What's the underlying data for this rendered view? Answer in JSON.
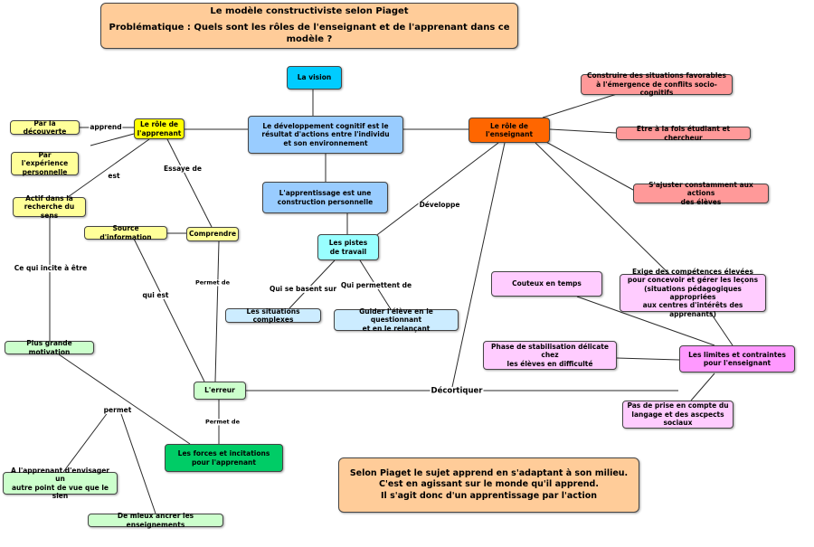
{
  "header": {
    "title": "Le modèle constructiviste selon Piaget",
    "problematique": "Problématique : Quels sont les rôles de l'enseignant et de l'apprenant dans ce modèle ?"
  },
  "nodes": {
    "vision": "La vision",
    "dev_cognitif": "Le développement cognitif est le\nrésultat d'actions entre l'individu\net son environnement",
    "role_apprenant": "Le rôle de\nl'apprenant",
    "role_enseignant": "Le rôle de\nl'enseignant",
    "par_decouverte": "Par la découverte",
    "par_experience": "Par l'expérience\npersonnelle",
    "actif": "Actif dans la\nrecherche du sens",
    "source_info": "Source d'information",
    "comprendre": "Comprendre",
    "apprentissage": "L'apprentissage est une\nconstruction personnelle",
    "pistes": "Les pistes\nde travail",
    "situations_complexes": "Les situations complexes",
    "guider": "Guider l'élève en le questionnant\net en le relançant",
    "construire": "Construire des situations favorables\nà l'émergence de conflits socio-cognitifs",
    "etudiant_chercheur": "Etre à la fois étudiant et chercheur",
    "ajuster": "S'ajuster constamment aux actions\ndes élèves",
    "couteux": "Couteux en temps",
    "exige": "Exige des compétences élevées\npour concevoir et gérer les leçons\n(situations pédagogiques appropriées\naux centres d'intérêts des apprenants)",
    "stabilisation": "Phase de stabilisation délicate chez\nles élèves en difficulté",
    "limites": "Les limites et contraintes\npour l'enseignant",
    "prise_en_compte": "Pas de prise en compte du\nlangage et des ascpects\nsociaux",
    "motivation": "Plus grande motivation",
    "erreur": "L'erreur",
    "forces": "Les forces  et incitations\npour l'apprenant",
    "envisager": "A l'apprenant d'envisager un\nautre point de vue que le sien",
    "ancrer": "De mieux ancrer les enseignements"
  },
  "links": {
    "apprend": "apprend",
    "est": "est",
    "essaye_de": "Essaye de",
    "incite": "Ce qui incite à être",
    "qui_est": "qui est",
    "permet_de_1": "Permet de",
    "permet_de_2": "Permet de",
    "permet": "permet",
    "developpe": "Développe",
    "qui_se_basent": "Qui se basent sur",
    "qui_permettent": "Qui permettent de",
    "decortiquer": "Décortiquer"
  },
  "conclusion": "Selon Piaget le sujet apprend en s'adaptant à son milieu.\nC'est en agissant sur le monde qu'il apprend.\nIl s'agit donc d'un apprentissage par l'action",
  "colors": {
    "header": "#ffcc99",
    "apprenant": "#ffff00",
    "enseignant": "#ff6600",
    "vision": "#00ccff",
    "central": "#99ccff",
    "pistes": "#99ffff",
    "forces": "#00cc66",
    "limites": "#ff99ff"
  }
}
